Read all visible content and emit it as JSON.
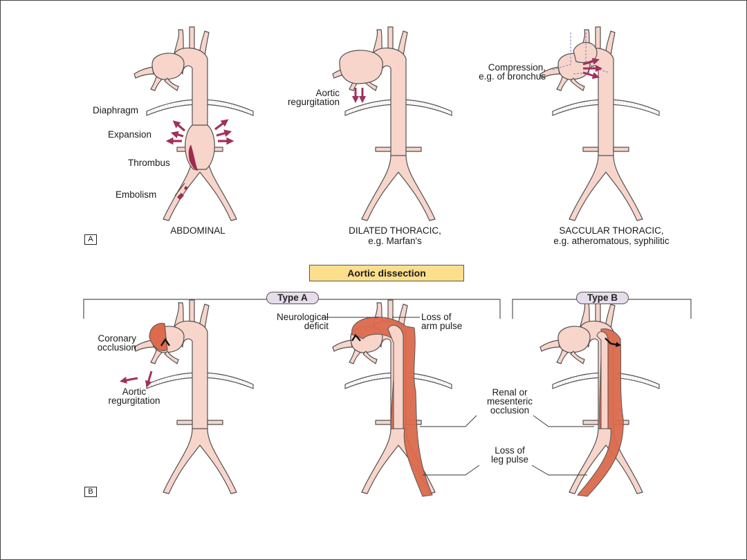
{
  "panel_a": {
    "tag": "A",
    "labels": {
      "diaphragm": "Diaphragm",
      "expansion": "Expansion",
      "thrombus": "Thrombus",
      "embolism": "Embolism",
      "aortic_regurgitation_1": "Aortic",
      "aortic_regurgitation_2": "regurgitation",
      "compression_1": "Compression,",
      "compression_2": "e.g. of bronchus"
    },
    "captions": {
      "abdominal": "ABDOMINAL",
      "dilated_1": "DILATED THORACIC,",
      "dilated_2": "e.g. Marfan's",
      "saccular_1": "SACCULAR THORACIC,",
      "saccular_2": "e.g. atheromatous, syphilitic"
    }
  },
  "panel_b": {
    "tag": "B",
    "title": "Aortic dissection",
    "type_a": "Type A",
    "type_b": "Type B",
    "labels": {
      "coronary_1": "Coronary",
      "coronary_2": "occlusion",
      "aortic_regurg_1": "Aortic",
      "aortic_regurg_2": "regurgitation",
      "neuro_1": "Neurological",
      "neuro_2": "deficit",
      "arm_1": "Loss of",
      "arm_2": "arm pulse",
      "renal_1": "Renal or",
      "renal_2": "mesenteric",
      "renal_3": "occlusion",
      "leg_1": "Loss of",
      "leg_2": "leg pulse"
    }
  },
  "colors": {
    "vessel": "#f7d5cb",
    "vessel_outline": "#505050",
    "dissection": "#dc6a4c",
    "arrow": "#a3305a",
    "title_box": "#fcdf8c",
    "pill": "#e7dcea"
  }
}
